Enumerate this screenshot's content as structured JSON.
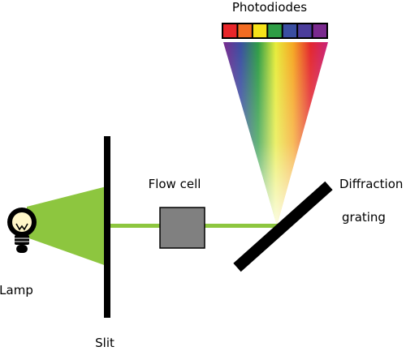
{
  "labels": {
    "photodiodes": "Photodiodes",
    "flow_cell": "Flow cell",
    "diffraction": "Diffraction",
    "grating": "grating",
    "lamp": "Lamp",
    "slit": "Slit"
  },
  "colors": {
    "light_beam": "#8dc63f",
    "flow_cell_fill": "#808080",
    "structure": "#000000",
    "bulb_glow": "#fff6c8",
    "photodiode_cells": [
      "#e8262a",
      "#f26c22",
      "#f7e31a",
      "#2e9d45",
      "#3a4ea1",
      "#4b3d9b",
      "#7a2a8e"
    ],
    "spectrum": [
      "#7a2a8e",
      "#3a4ea1",
      "#2e9d45",
      "#e7ec3a",
      "#f5a623",
      "#e3262d",
      "#c8227a"
    ]
  },
  "icons": {
    "lamp": "lightbulb-icon"
  }
}
